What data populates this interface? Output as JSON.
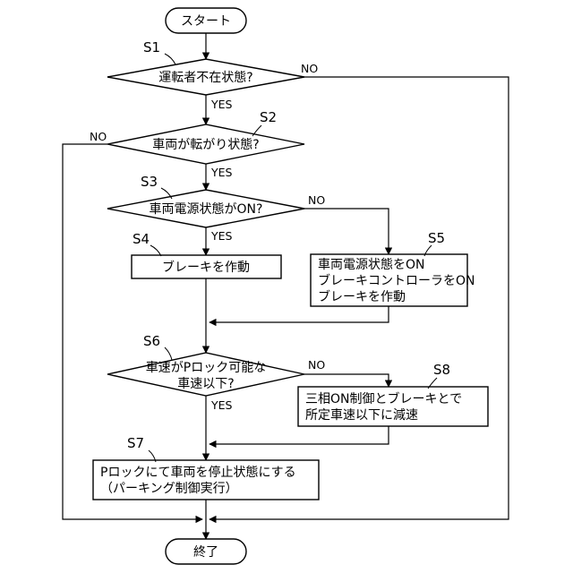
{
  "nodes": {
    "start": {
      "text": "スタート"
    },
    "s1": {
      "step": "S1",
      "text": "運転者不在状態?"
    },
    "s2": {
      "step": "S2",
      "text": "車両が転がり状態?"
    },
    "s3": {
      "step": "S3",
      "text": "車両電源状態がON?"
    },
    "s4": {
      "step": "S4",
      "text": "ブレーキを作動"
    },
    "s5": {
      "step": "S5",
      "lines": [
        "車両電源状態をON",
        "ブレーキコントローラをON",
        "ブレーキを作動"
      ]
    },
    "s6": {
      "step": "S6",
      "lines": [
        "車速がPロック可能な",
        "車速以下?"
      ]
    },
    "s7": {
      "step": "S7",
      "lines": [
        "Pロックにて車両を停止状態にする",
        "（パーキング制御実行）"
      ]
    },
    "s8": {
      "step": "S8",
      "lines": [
        "三相ON制御とブレーキとで",
        "所定車速以下に減速"
      ]
    },
    "end": {
      "text": "終了"
    }
  },
  "branches": {
    "s1_yes": "YES",
    "s1_no": "NO",
    "s2_yes": "YES",
    "s2_no": "NO",
    "s3_yes": "YES",
    "s3_no": "NO",
    "s6_yes": "YES",
    "s6_no": "NO"
  }
}
